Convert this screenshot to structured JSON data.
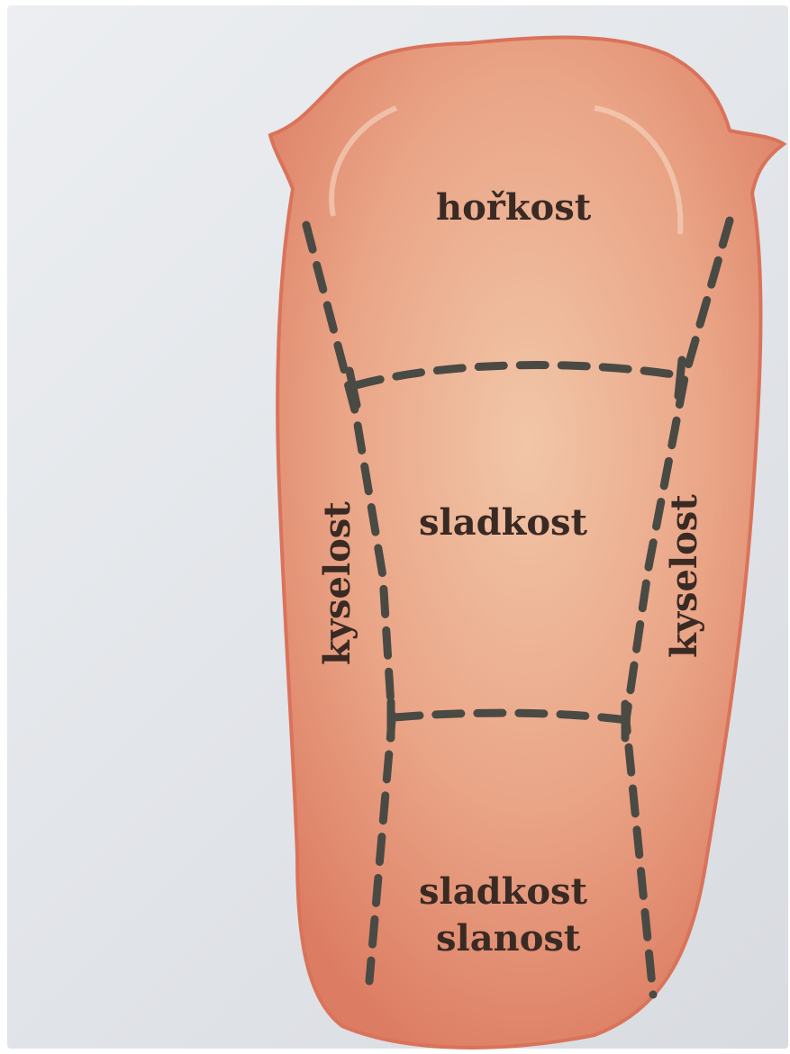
{
  "diagram": {
    "regions": {
      "top": "hořkost",
      "middle": "sladkost",
      "left": "kyselost",
      "right": "kyselost",
      "bottom_line1": "sladkost",
      "bottom_line2": "slanost"
    },
    "colors": {
      "tongue_fill": "#e89a7e",
      "tongue_edge": "#d9735a",
      "dashed_line": "#4a4a44",
      "label_text": "#3a2a24",
      "background": "#e6e8ec"
    }
  }
}
